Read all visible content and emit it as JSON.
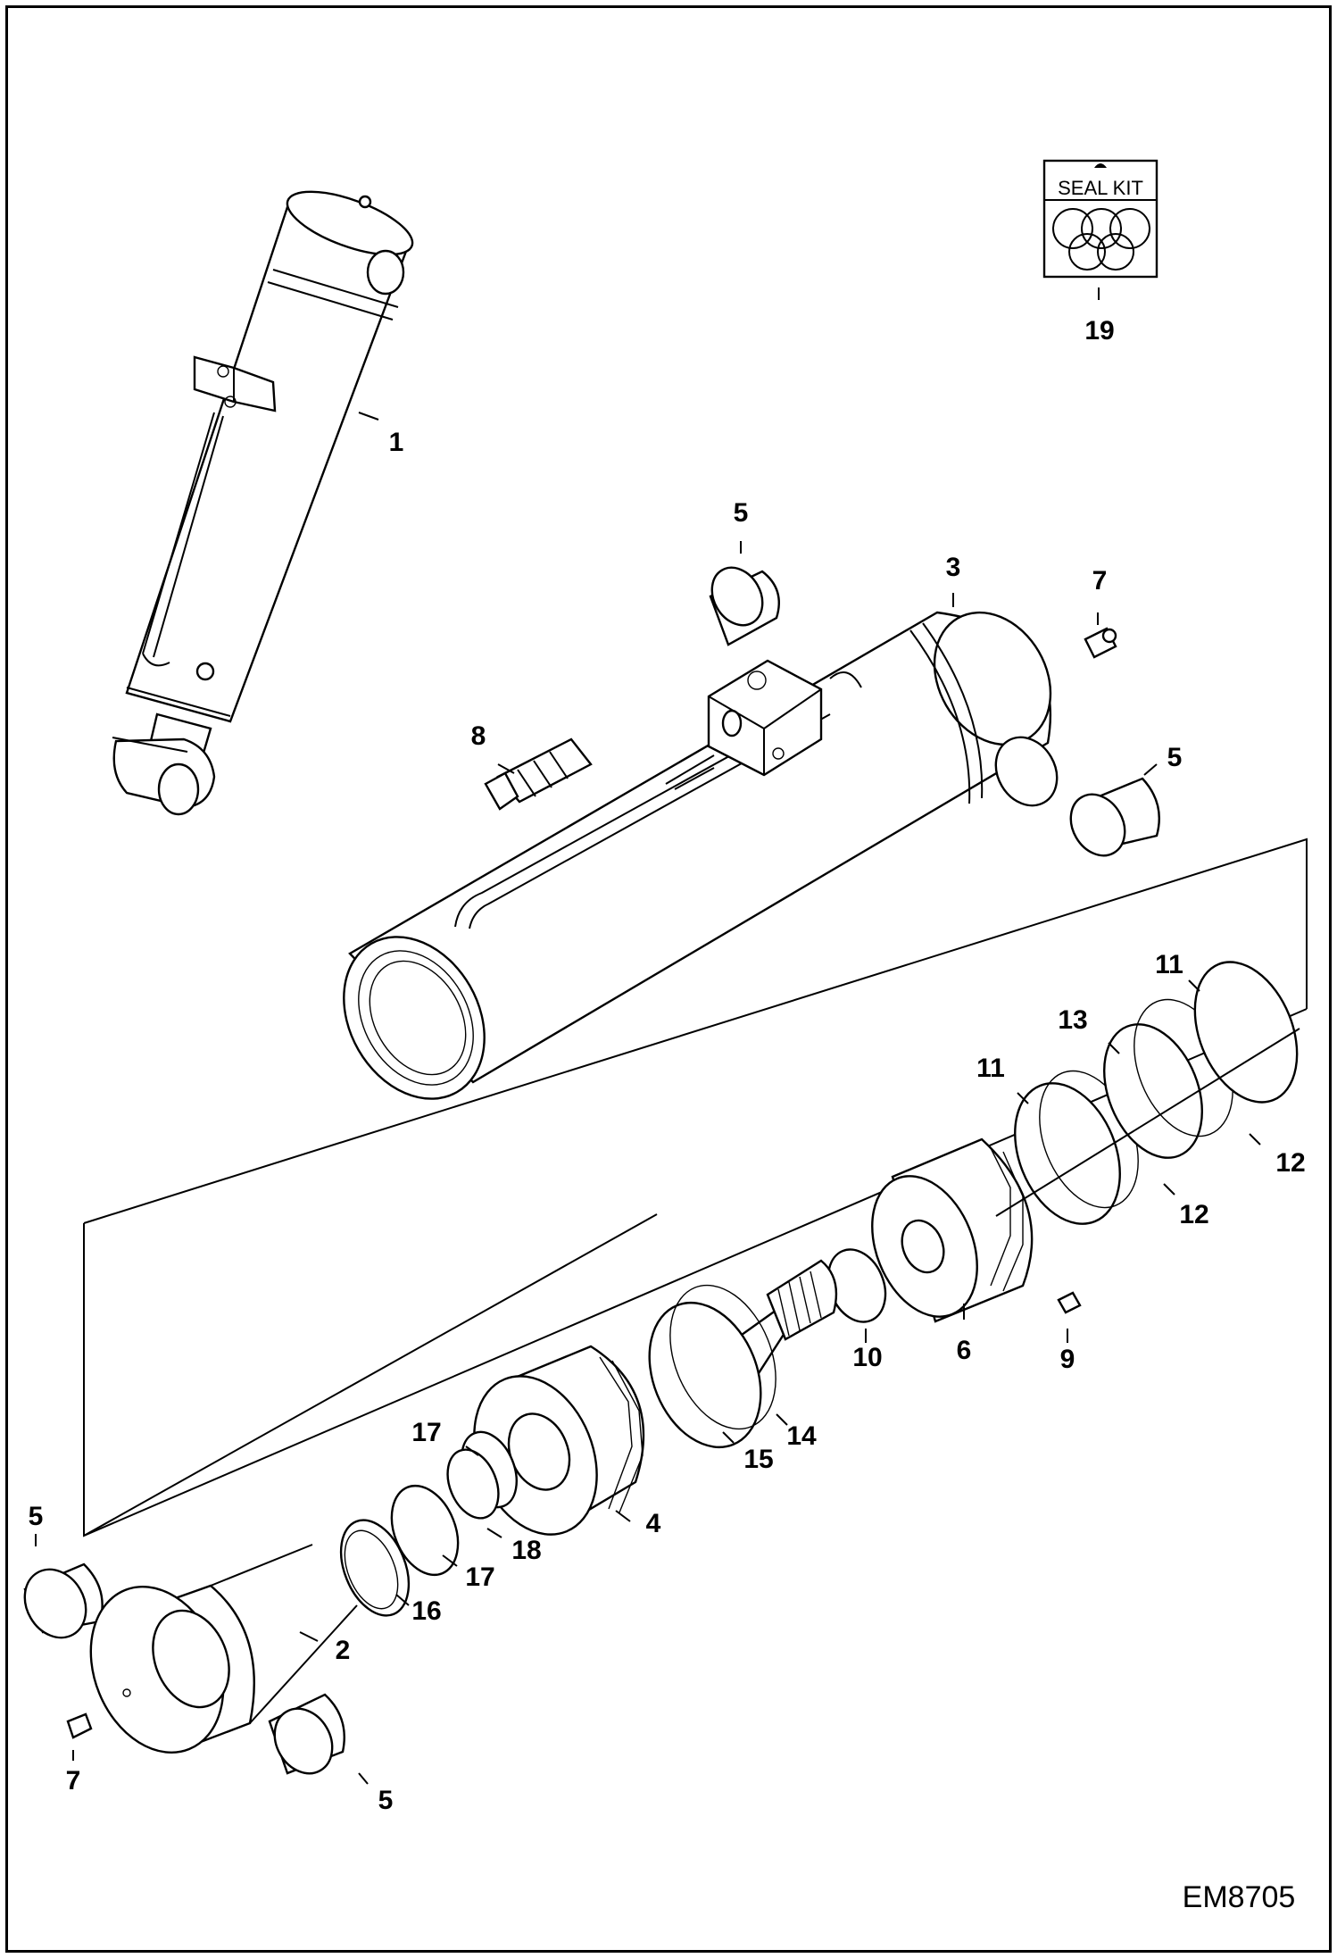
{
  "seal_kit": {
    "title": "SEAL KIT"
  },
  "callouts": [
    "1",
    "2",
    "3",
    "4",
    "5",
    "5",
    "5",
    "5",
    "6",
    "7",
    "7",
    "8",
    "9",
    "10",
    "11",
    "11",
    "12",
    "12",
    "13",
    "14",
    "15",
    "16",
    "17",
    "17",
    "18",
    "19"
  ],
  "drawing_code": "EM8705"
}
